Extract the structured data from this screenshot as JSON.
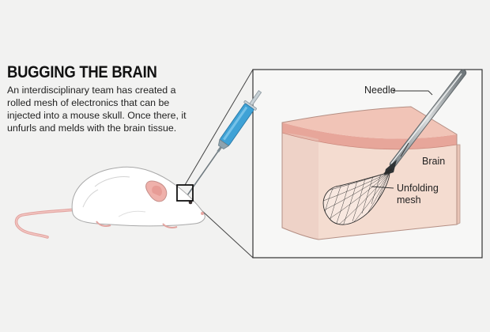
{
  "title": "BUGGING THE BRAIN",
  "description": "An interdisciplinary team has created a rolled mesh of electronics that can be injected into a mouse skull. Once there, it unfurls and melds with the brain tissue.",
  "labels": {
    "needle": "Needle",
    "brain": "Brain",
    "mesh_line1": "Unfolding",
    "mesh_line2": "mesh"
  },
  "colors": {
    "background": "#f2f2f1",
    "syringe_blue": "#3fa2d6",
    "mouse_ear": "#e6a6a0",
    "brain_tissue": "#f4dcd0",
    "skull_band": "#e7a69a"
  }
}
